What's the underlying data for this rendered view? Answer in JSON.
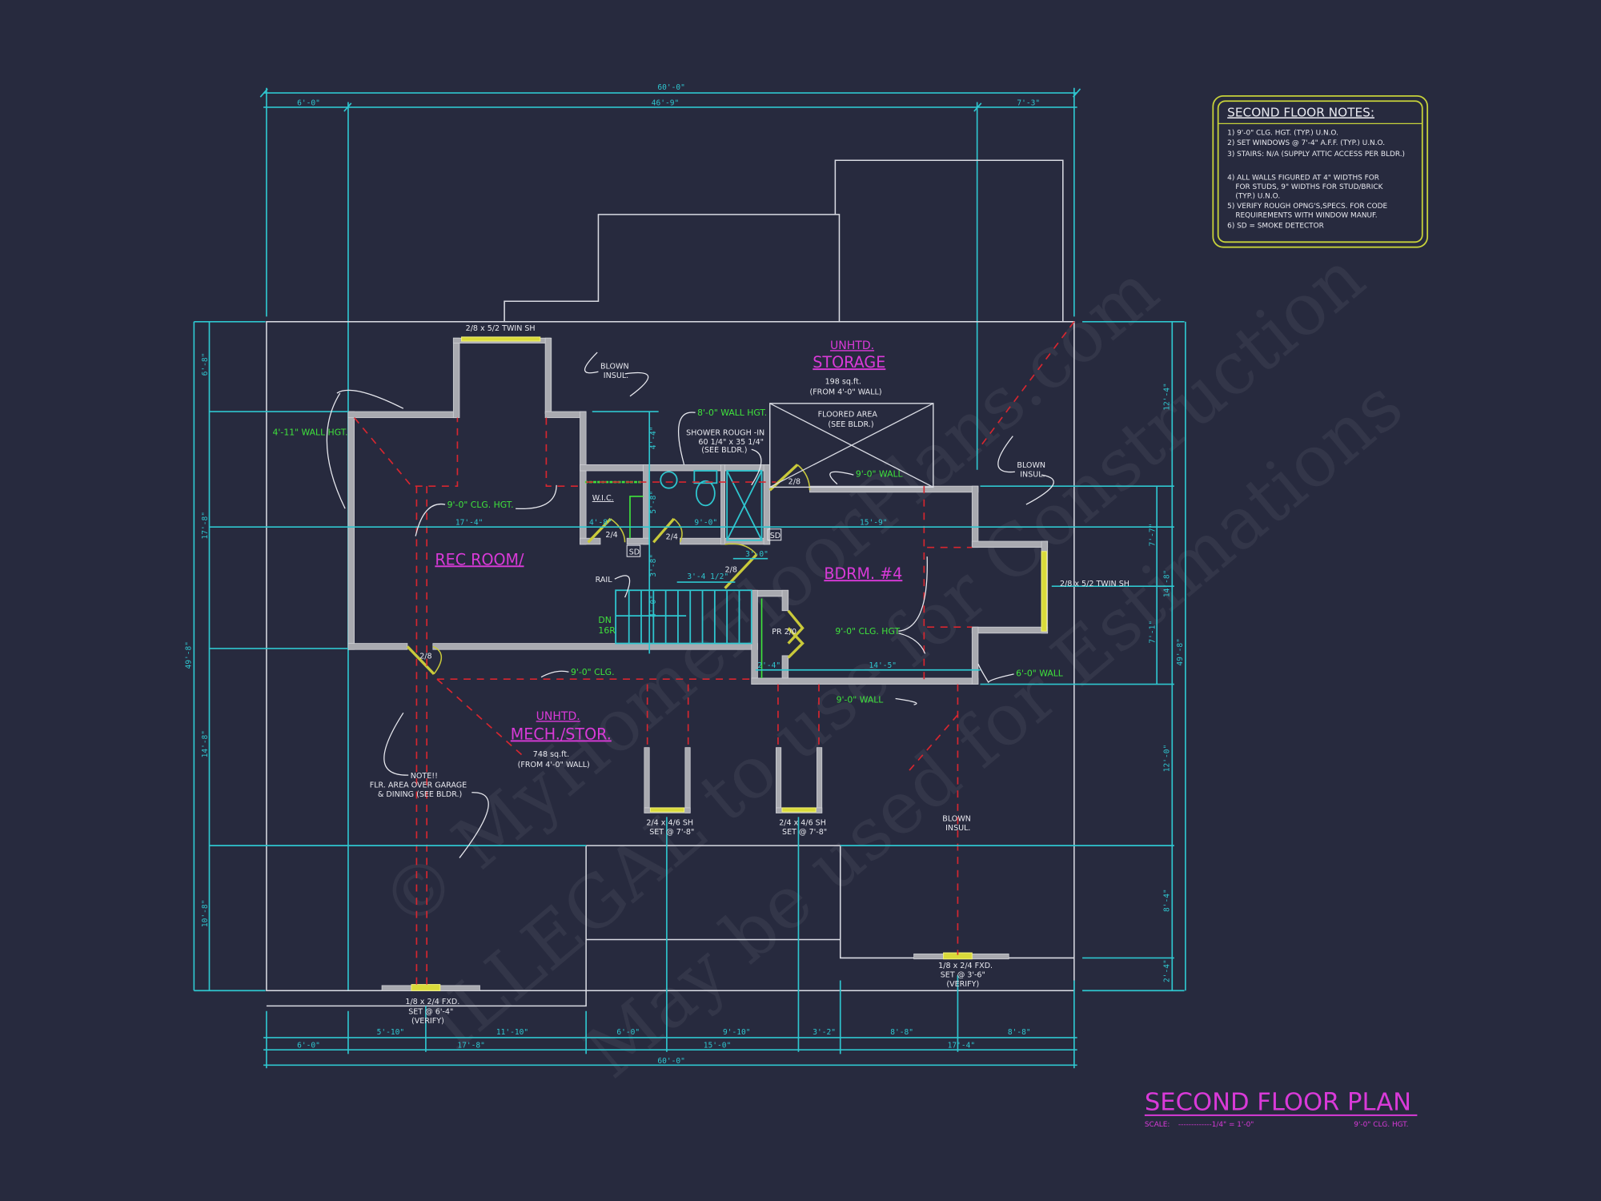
{
  "sheet": {
    "title": "SECOND FLOOR PLAN",
    "scale_label": "SCALE:",
    "scale_value": "-------------1/4\" = 1'-0\"",
    "ceiling_height": "9'-0\" CLG. HGT.",
    "background_color": "#272a3e",
    "title_color": "#d93ad8",
    "dimension_color": "#2fc6cf",
    "note_green": "#3fe33c",
    "hidden_line_red": "#d8262f"
  },
  "notes_box": {
    "title": "SECOND FLOOR NOTES:",
    "lines": [
      "1) 9'-0\" CLG. HGT. (TYP.) U.N.O.",
      "2) SET WINDOWS @ 7'-4\" A.F.F. (TYP.) U.N.O.",
      "3) STAIRS: N/A (SUPPLY ATTIC ACCESS PER BLDR.)",
      "4) ALL WALLS FIGURED AT 4\" WIDTHS FOR",
      "FOR STUDS, 9\" WIDTHS FOR STUD/BRICK",
      "(TYP.) U.N.O.",
      "5) VERIFY ROUGH OPNG'S,SPECS. FOR CODE",
      "REQUIREMENTS WITH WINDOW MANUF.",
      "6) SD = SMOKE DETECTOR"
    ]
  },
  "rooms": {
    "storage": {
      "label1": "UNHTD.",
      "label2": "STORAGE",
      "area": "198 sq.ft.",
      "note": "(FROM 4'-0\" WALL)"
    },
    "rec_room": {
      "label": "REC ROOM/"
    },
    "bedroom4": {
      "label": "BDRM. #4"
    },
    "mech_stor": {
      "label1": "UNHTD.",
      "label2": "MECH./STOR.",
      "area": "748 sq.ft.",
      "note": "(FROM 4'-0\" WALL)"
    },
    "wic": {
      "label": "W.I.C."
    }
  },
  "annotations": {
    "window_top": "2/8 x 5/2 TWIN SH",
    "window_right": "2/8 x 5/2 TWIN SH",
    "blown_insul_1": [
      "BLOWN",
      "INSUL."
    ],
    "blown_insul_2": [
      "BLOWN",
      "INSUL."
    ],
    "blown_insul_3": [
      "BLOWN",
      "INSUL."
    ],
    "wall_hgt_8": "8'-0\" WALL HGT.",
    "shower": [
      "SHOWER ROUGH -IN",
      "60 1/4\" x 35 1/4\"",
      "(SEE BLDR.)"
    ],
    "floored_area": [
      "FLOORED AREA",
      "(SEE BLDR.)"
    ],
    "wall_9_top": "9'-0\" WALL",
    "wall_hgt_4_11": "4'-11\" WALL HGT.",
    "clg_rec": "9'-0\" CLG. HGT.",
    "clg_bdrm": "9'-0\" CLG. HGT.",
    "clg_mech": "9'-0\" CLG.",
    "wall_6": "6'-0\" WALL",
    "wall_9_bottom": "9'-0\" WALL",
    "rail": "RAIL",
    "stairs_dn": [
      "DN",
      "16R"
    ],
    "pantry": "PR 2/0",
    "door_2_8_a": "2/8",
    "door_2_8_b": "2/8",
    "door_2_8_c": "2/8",
    "door_2_4_a": "2/4",
    "door_2_4_b": "2/4",
    "sd": "SD",
    "note_garage": [
      "NOTE!!",
      "FLR. AREA OVER GARAGE",
      "& DINING (SEE BLDR.)"
    ],
    "window_mech_1": [
      "2/4 x 4/6 SH",
      "SET @ 7'-8\""
    ],
    "window_mech_2": [
      "2/4 x 4/6 SH",
      "SET @ 7'-8\""
    ],
    "window_fxd_left": [
      "1/8 x 2/4 FXD.",
      "SET @ 6'-4\"",
      "(VERIFY)"
    ],
    "window_fxd_right": [
      "1/8 x 2/4 FXD.",
      "SET @ 3'-6\"",
      "(VERIFY)"
    ]
  },
  "dimensions": {
    "top_overall": "60'-0\"",
    "top_segments": [
      "6'-0\"",
      "46'-9\"",
      "7'-3\""
    ],
    "bottom_row1": [
      "5'-10\"",
      "11'-10\"",
      "6'-0\"",
      "9'-10\"",
      "3'-2\"",
      "8'-8\"",
      "8'-8\""
    ],
    "bottom_row2": [
      "6'-0\"",
      "17'-8\"",
      "15'-0\"",
      "17'-4\""
    ],
    "bottom_overall": "60'-0\"",
    "left_segments": [
      "6'-8\"",
      "17'-8\"",
      "14'-8\"",
      "10'-8\""
    ],
    "left_overall": "49'-8\"",
    "right_segments": [
      "12'-4\"",
      "14'-8\"",
      "12'-0\"",
      "8'-4\"",
      "2'-4\""
    ],
    "right_sub": [
      "7'-7\"",
      "7'-1\""
    ],
    "right_overall": "49'-8\"",
    "interior": {
      "rec_width": "17'-4\"",
      "wic": "4'-8\"",
      "bath": "9'-0\"",
      "bdrm_top": "15'-9\"",
      "bdrm_bottom": "14'-5\"",
      "hall_door": "3'-0\"",
      "stair_landing": "3'-4 1/2\"",
      "bath_depth": "5'-8\"",
      "hall_depth": "3'-8\"",
      "stair_width": "4'-0\"",
      "upper_hall": "4'-4\"",
      "pantry": "2'-4\""
    }
  },
  "watermarks": [
    "© MyHomeFloorPlans.com",
    "ILLEGAL to use for Construction",
    "May be used for Estimations"
  ]
}
